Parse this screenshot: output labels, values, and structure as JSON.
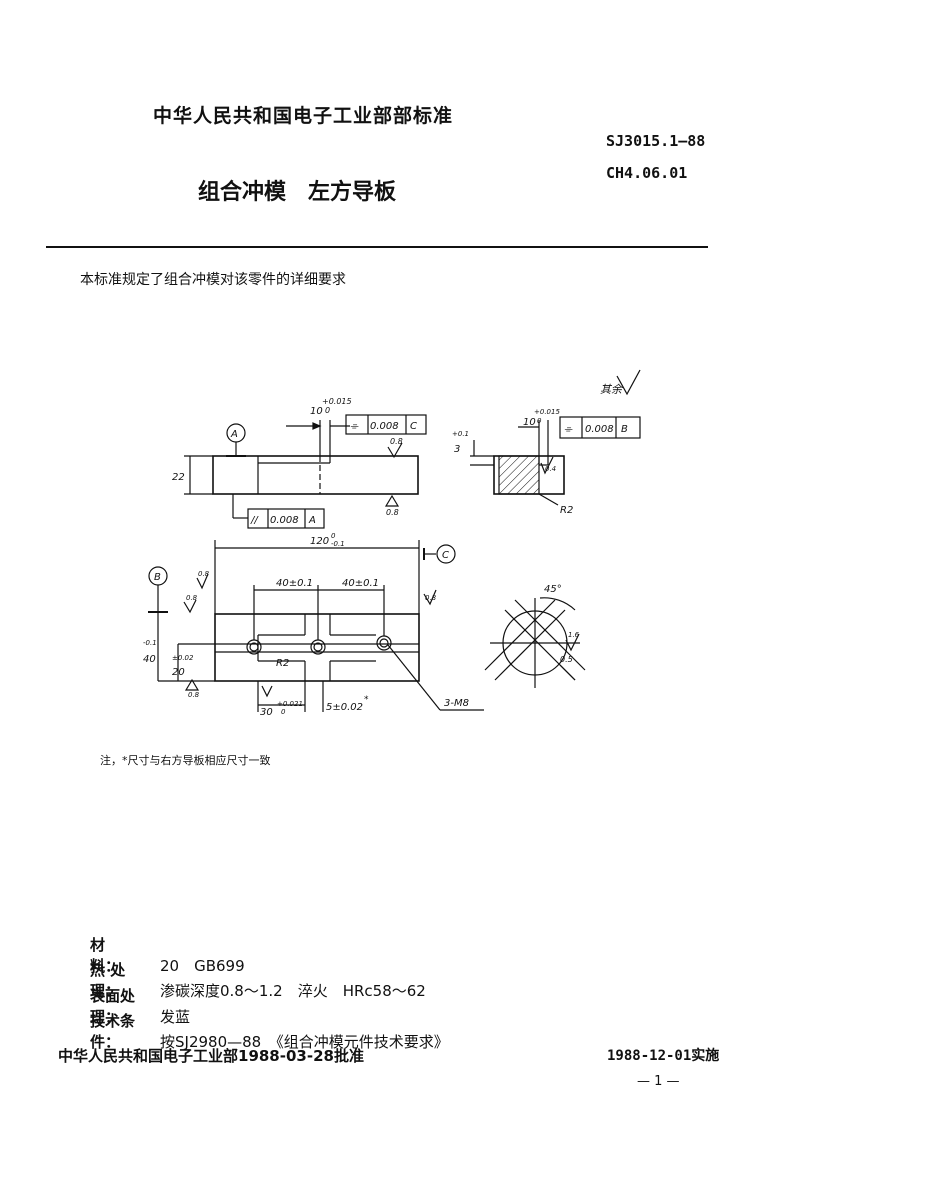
{
  "header": {
    "organization": "中华人民共和国电子工业部部标准",
    "standard_code": "SJ3015.1—88",
    "part_code": "CH4.06.01",
    "title": "组合冲模　左方导板"
  },
  "scope_text": "本标准规定了组合冲模对该零件的详细要求",
  "drawing": {
    "surface_note": "其余",
    "top_view": {
      "datum_a": "A",
      "dim_slot": "10",
      "dim_slot_tol": "+0.015",
      "dim_slot_tol_low": "0",
      "height": "22",
      "frame_top_sym": "⌯",
      "frame_top_tol": "0.008",
      "frame_top_ref": "C",
      "frame_bottom_sym": "//",
      "frame_bottom_tol": "0.008",
      "frame_bottom_ref": "A",
      "rough_top": "0.8",
      "rough_bottom": "0.8"
    },
    "side_view": {
      "dim_slot": "10",
      "dim_slot_tol": "+0.015",
      "dim_slot_tol_low": "0",
      "dim_depth": "3",
      "dim_depth_tol": "+0.1",
      "frame_sym": "⌯",
      "frame_tol": "0.008",
      "frame_ref": "B",
      "radius": "R2",
      "rough": "0.4"
    },
    "plan_view": {
      "datum_b": "B",
      "datum_c": "C",
      "length": "120",
      "length_tol_up": "0",
      "length_tol_low": "-0.1",
      "pitch_1": "40±0.1",
      "pitch_2": "40±0.1",
      "width": "40",
      "width_tol": "-0.1",
      "half_width": "20",
      "half_width_tol": "±0.02",
      "radius": "R2",
      "dim_30": "30",
      "dim_30_tol": "+0.021",
      "dim_30_tol_low": "0",
      "dim_5": "5±0.02",
      "dim_5_note": "*",
      "holes": "3-M8",
      "rough_1": "0.8",
      "rough_2": "0.8",
      "rough_3": "0.8",
      "rough_4": "0.8"
    },
    "detail_view": {
      "angle": "45°",
      "rough": "1.6",
      "dim": "0.5"
    }
  },
  "note": "注，*尺寸与右方导板相应尺寸一致",
  "specs": [
    {
      "label": "材　　料：",
      "value": "20　GB699"
    },
    {
      "label": "热 处 理：",
      "value": "渗碳深度0.8～1.2　淬火　HRc58～62"
    },
    {
      "label": "表面处理：",
      "value": "发蓝"
    },
    {
      "label": "技术条件：",
      "value": "按SJ2980—88　《组合冲模元件技术要求》"
    }
  ],
  "footer": {
    "approval": "中华人民共和国电子工业部1988-03-28批准",
    "effective": "1988-12-01实施",
    "page": "— 1 —"
  }
}
